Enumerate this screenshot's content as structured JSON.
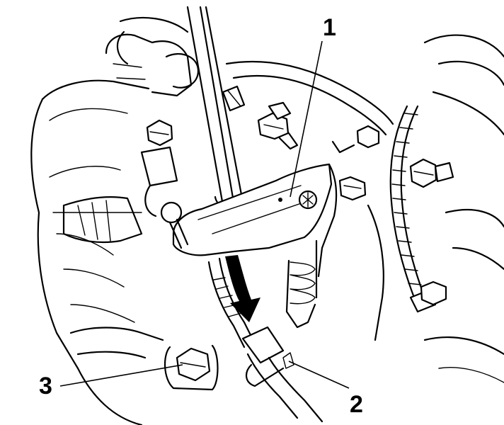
{
  "callouts": {
    "one": "1",
    "two": "2",
    "three": "3"
  },
  "colors": {
    "ink": "#000000",
    "paper": "#ffffff"
  }
}
